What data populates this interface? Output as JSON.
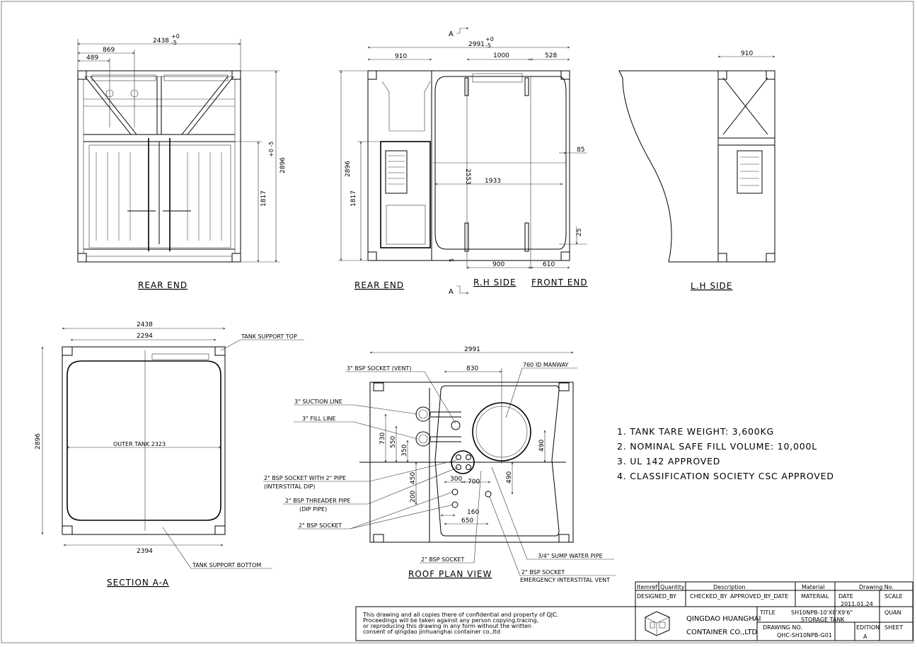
{
  "views": {
    "rear_end_1": {
      "label": "REAR END",
      "dims": {
        "width": "2438",
        "width_tol_plus": "+0",
        "width_tol_minus": "-5",
        "d869": "869",
        "d489": "489",
        "height": "2896",
        "height_tol": "+0 -5",
        "d1817": "1817"
      }
    },
    "rh_side": {
      "rear_label": "REAR END",
      "side_label": "R.H SIDE",
      "front_label": "FRONT END",
      "section_marker_top": "A",
      "section_marker_bottom": "A",
      "dims": {
        "length": "2991",
        "tol_plus": "+0",
        "tol_minus": "-5",
        "d910": "910",
        "d1000": "1000",
        "d528": "528",
        "d2896": "2896",
        "d1817": "1817",
        "d2553": "2553",
        "d1933": "1933",
        "d85": "85",
        "d25": "25",
        "d5": "5",
        "d900": "900",
        "d610": "610"
      }
    },
    "lh_side": {
      "label": "L.H SIDE",
      "d910": "910"
    },
    "section": {
      "label": "SECTION A-A",
      "d2438": "2438",
      "d2294": "2294",
      "d2394": "2394",
      "d2896": "2896",
      "outer_tank": "OUTER TANK 2323",
      "support_top": "TANK SUPPORT TOP",
      "support_bottom": "TANK SUPPORT BOTTOM"
    },
    "roof_plan": {
      "label": "ROOF PLAN VIEW",
      "d2991": "2991",
      "d830": "830",
      "d730": "730",
      "d550": "550",
      "d350": "350",
      "d490a": "490",
      "d490b": "490",
      "d450": "450",
      "d200": "200",
      "d300": "300",
      "d700": "700",
      "d160": "160",
      "d650": "650",
      "callouts": {
        "vent": "3\" BSP SOCKET (VENT)",
        "manway": "760 ID MANWAY",
        "suction": "3\" SUCTION LINE",
        "fill": "3\" FILL LINE",
        "socket_pipe": "2\" BSP SOCKET WITH 2\" PIPE",
        "socket_pipe_sub": "(INTERSTITAL DIP)",
        "threader": "2\" BSP THREADER PIPE",
        "threader_sub": "(DIP PIPE)",
        "socket": "2\" BSP SOCKET",
        "socket_bottom": "2\" BSP SOCKET",
        "sump": "3/4\" SUMP WATER PIPE",
        "emergency": "2\" BSP SOCKET",
        "emergency_sub": "EMERGENCY INTERSTITAL VENT"
      }
    }
  },
  "notes": [
    "1.  TANK TARE WEIGHT:   3,600KG",
    "2.  NOMINAL SAFE FILL VOLUME:   10,000L",
    "3.  UL 142 APPROVED",
    "4.  CLASSIFICATION SOCIETY CSC APPROVED"
  ],
  "title_block": {
    "headers": {
      "item": "Itemref",
      "quantity": "Quantity",
      "description": "Description",
      "material": "Material",
      "drawing_no": "Drawing No."
    },
    "designed_by": "DESIGNED_BY",
    "checked_by": "CHECKED_BY",
    "approved": "APPROVED_BY_DATE",
    "material": "MATERIAL",
    "date_label": "DATE",
    "date": "2011.01.24",
    "scale": "SCALE",
    "quan": "QUAN",
    "title_label": "TITLE",
    "title_1": "SH10NPB-10'X8'X9'6\"",
    "title_2": "STORAGE TANK",
    "drawing_no_label": "DRAWING NO.",
    "drawing_no": "QHC-SH10NPB-G01",
    "edition_label": "EDITION",
    "edition": "A",
    "sheet": "SHEET",
    "company_1": "QINGDAO HUANGHAI",
    "company_2": "CONTAINER CO.,LTD",
    "disclaimer": [
      "This drawing and all copies there of confidential and property of QJC.",
      "Proceedings will be taken against any person copying,tracing,",
      "or reproducing this drawing in any form without the written",
      "consent of qingdao jinhuanghai container co.,ltd"
    ]
  }
}
